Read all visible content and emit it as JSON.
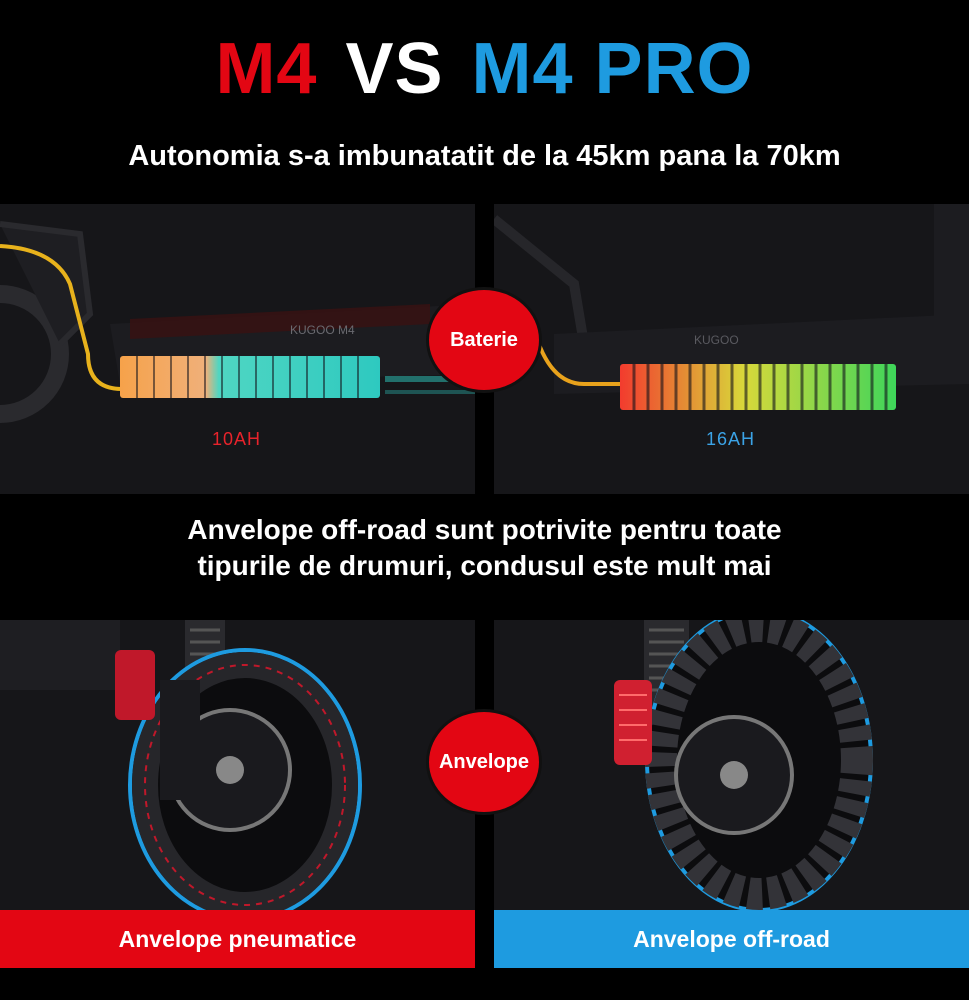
{
  "header": {
    "model_a": "M4",
    "vs": "VS",
    "model_b": "M4 PRO",
    "colors": {
      "model_a": "#e30613",
      "vs": "#ffffff",
      "model_b": "#1e9be0"
    }
  },
  "subtitle": "Autonomia s-a imbunatatit de la 45km pana la 70km",
  "battery": {
    "badge": "Baterie",
    "left": {
      "capacity": "10AH",
      "deck_text": "KUGOO M4",
      "color": "#e8232b"
    },
    "right": {
      "capacity": "16AH",
      "deck_text": "KUGOO",
      "color": "#3ba3e6"
    }
  },
  "tires_text": {
    "line1": "Anvelope off-road sunt potrivite pentru toate",
    "line2": "tipurile de drumuri, condusul este mult mai"
  },
  "tires": {
    "badge": "Anvelope",
    "left": {
      "label": "Anvelope pneumatice",
      "color": "#e30613"
    },
    "right": {
      "label": "Anvelope off-road",
      "color": "#1e9be0"
    }
  }
}
